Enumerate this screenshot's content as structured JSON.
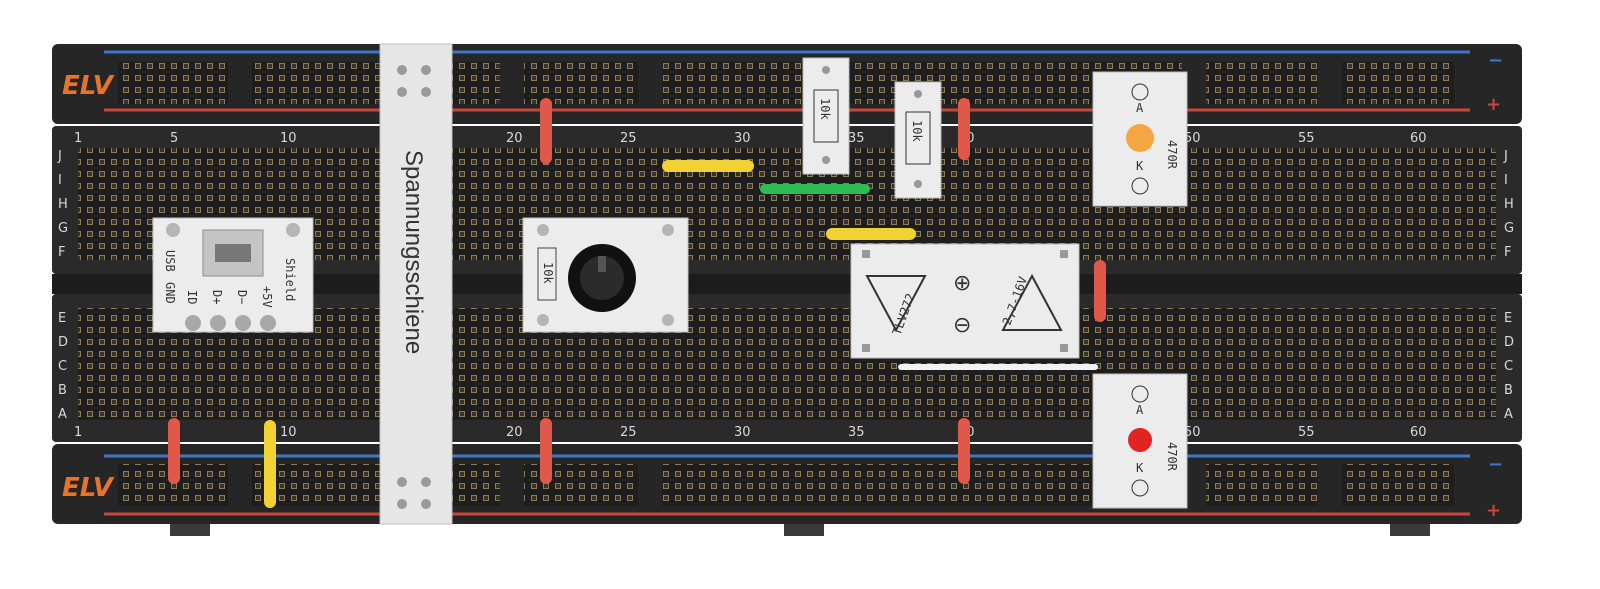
{
  "brand": "ELV",
  "polarity": {
    "minus": "−",
    "plus": "+"
  },
  "column_numbers": [
    "1",
    "5",
    "10",
    "20",
    "25",
    "30",
    "35",
    "40",
    "50",
    "55",
    "60"
  ],
  "row_letters_top": [
    "J",
    "I",
    "H",
    "G",
    "F"
  ],
  "row_letters_bottom": [
    "E",
    "D",
    "C",
    "B",
    "A"
  ],
  "power_rail_label": "Spannungsschiene",
  "resistors": [
    "10k",
    "10k"
  ],
  "usb_module": {
    "left": [
      "USB",
      "GND"
    ],
    "pins": [
      "ID",
      "D+",
      "D−",
      "+5V"
    ],
    "right": "Shield"
  },
  "pot_module": {
    "label": "10k"
  },
  "opamp_module": {
    "chip": "TLV272",
    "voltage": "2,7-16V",
    "plus": "⊕",
    "minus": "⊖"
  },
  "led_top": {
    "label": "470R",
    "anode": "A",
    "cathode": "K"
  },
  "led_bottom": {
    "label": "470R",
    "anode": "A",
    "cathode": "K"
  },
  "colors": {
    "board": "#262626",
    "rail_blue": "#3d78c8",
    "rail_red": "#c8463a",
    "wire_red": "#e0584a",
    "wire_yellow": "#f0d232",
    "wire_green": "#2ebd55",
    "led_orange": "#f5a640",
    "led_red": "#e32222"
  }
}
